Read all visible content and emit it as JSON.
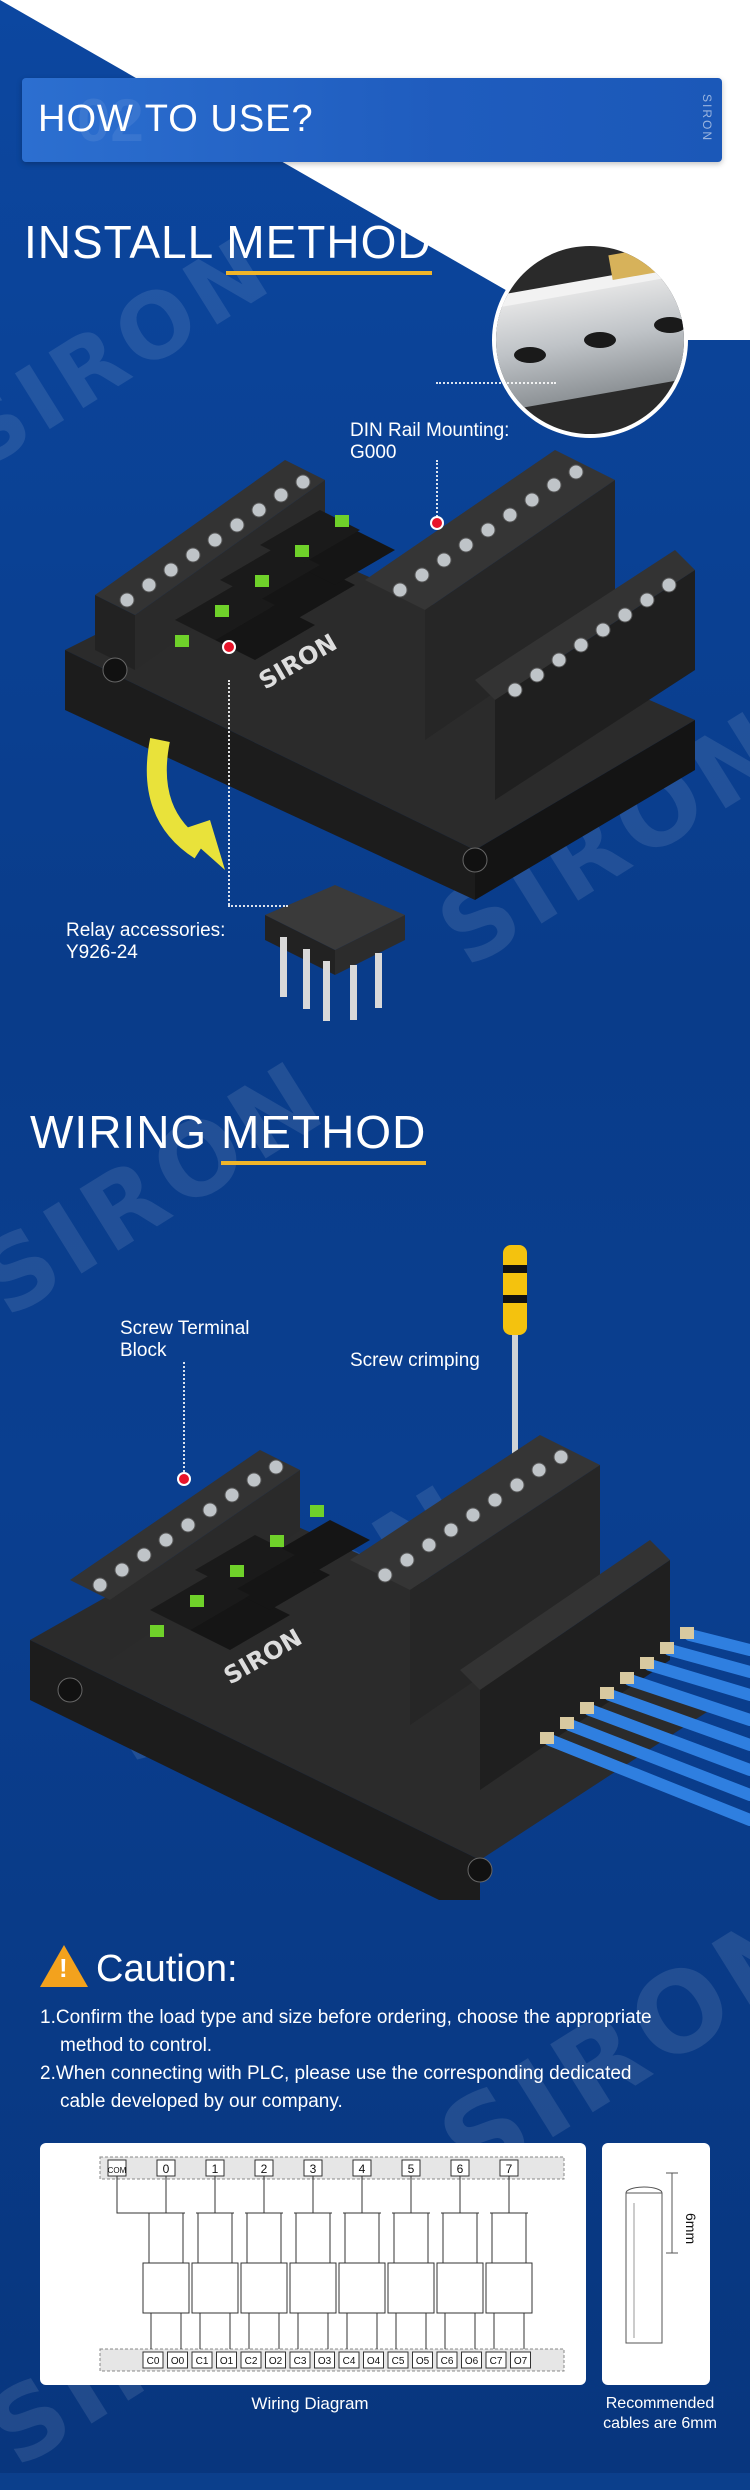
{
  "header": {
    "title": "HOW TO USE?",
    "ghost_number": "02",
    "side_brand": "SIRON"
  },
  "brand_watermark": "SIRON",
  "install": {
    "title_plain": "INSTALL ",
    "title_accent": "METHOD",
    "din_label_line1": "DIN Rail Mounting:",
    "din_label_line2": "G000",
    "relay_label_line1": "Relay accessories:",
    "relay_label_line2": "Y926-24"
  },
  "wiring": {
    "title_plain": "WIRING ",
    "title_accent": "METHOD",
    "terminal_label_line1": "Screw Terminal",
    "terminal_label_line2": "Block",
    "screw_label": "Screw crimping"
  },
  "caution": {
    "title": "Caution:",
    "items": [
      "1.Confirm the load type and size before ordering, choose the appropriate",
      "method to control.",
      "2.When connecting with PLC, please use the corresponding dedicated",
      "cable developed by our company."
    ]
  },
  "diagram": {
    "top_terminals": [
      "COM",
      "0",
      "1",
      "2",
      "3",
      "4",
      "5",
      "6",
      "7"
    ],
    "bottom_terminals": [
      "C0",
      "O0",
      "C1",
      "O1",
      "C2",
      "O2",
      "C3",
      "O3",
      "C4",
      "O4",
      "C5",
      "O5",
      "C6",
      "O6",
      "C7",
      "O7"
    ],
    "caption": "Wiring Diagram"
  },
  "cable": {
    "size_label": "6mm",
    "caption_line1": "Recommended",
    "caption_line2": "cables are 6mm"
  },
  "colors": {
    "background": "#0b3f8c",
    "accent_underline": "#f0b52a",
    "warning": "#f3a21d",
    "marker": "#e8142a"
  }
}
